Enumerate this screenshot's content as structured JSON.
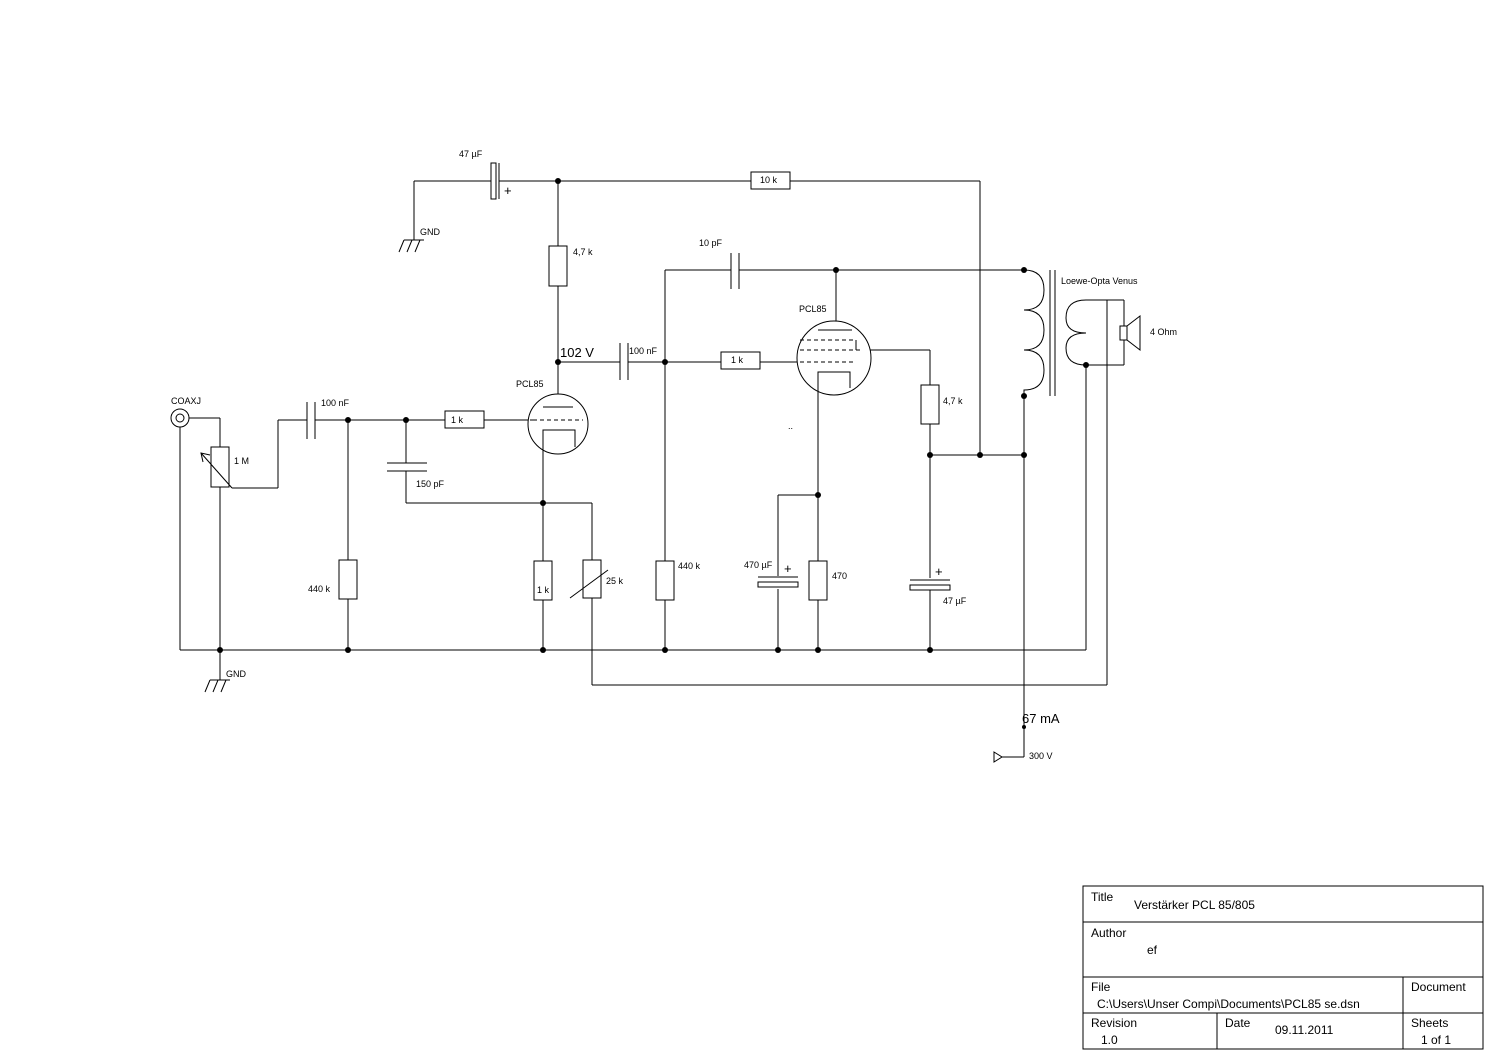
{
  "schematic": {
    "labels": {
      "c_top": "47 µF",
      "gnd_top": "GND",
      "r_10k": "10 k",
      "r_4k7_top": "4,7 k",
      "c_10pf": "10 pF",
      "transformer": "Loewe-Opta Venus",
      "speaker": "4 Ohm",
      "tube1": "PCL85",
      "tube2": "PCL85",
      "voltage_102": "102 V",
      "c_100nf_b": "100 nF",
      "r_1k_grid2": "1 k",
      "r_4k7_right": "4,7 k",
      "coax": "COAXJ",
      "c_100nf_a": "100 nF",
      "r_1k_grid1": "1 k",
      "pot_1m": "1 M",
      "c_150pf": "150 pF",
      "r_440k_a": "440 k",
      "r_1k_cath": "1 k",
      "pot_25k": "25 k",
      "r_440k_b": "440 k",
      "c_470uf": "470 µF",
      "r_470": "470",
      "c_47uf_b": "47 µF",
      "gnd_bottom": "GND",
      "current": "67 mA",
      "supply": "300 V",
      "plus": "+",
      "dots": ".."
    }
  },
  "title_block": {
    "title_label": "Title",
    "title_value": "Verstärker PCL 85/805",
    "author_label": "Author",
    "author_value": "ef",
    "file_label": "File",
    "file_value": "C:\\Users\\Unser Compi\\Documents\\PCL85 se.dsn",
    "document_label": "Document",
    "revision_label": "Revision",
    "revision_value": "1.0",
    "date_label": "Date",
    "date_value": "09.11.2011",
    "sheets_label": "Sheets",
    "sheets_value": "1 of 1"
  }
}
